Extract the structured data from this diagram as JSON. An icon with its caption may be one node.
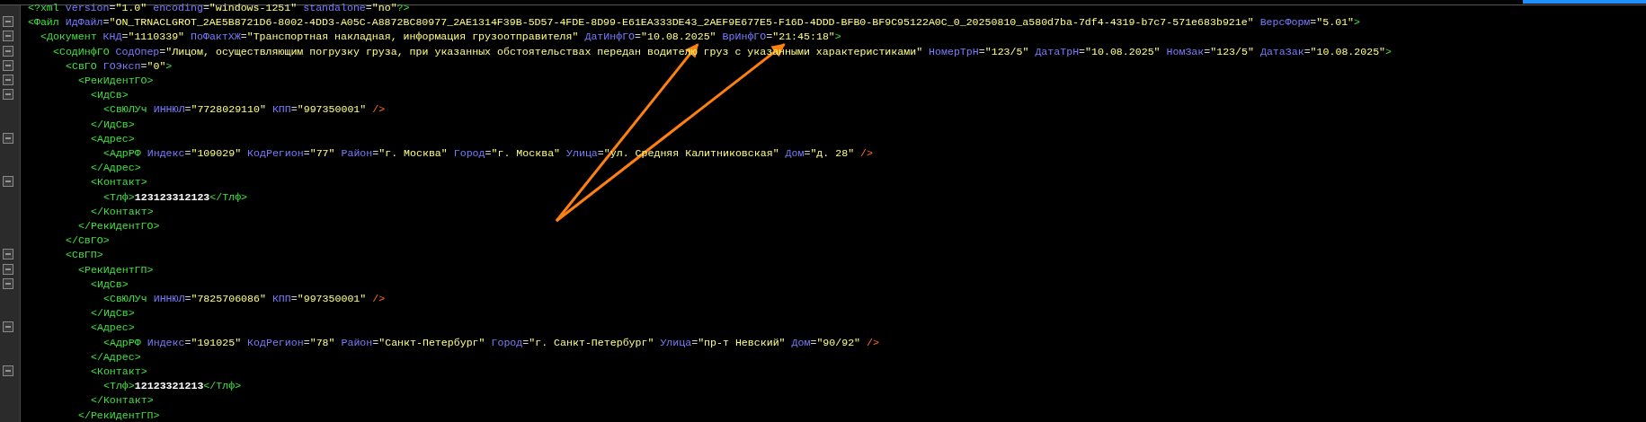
{
  "diagram": {
    "nodes": [
      {
        "text": [
          "ДатИнфГО=\"10.08.2025\""
        ]
      },
      {
        "text": [
          "ВрИнфГО=\"21:45:18\""
        ]
      }
    ],
    "edges": [
      {
        "from": null,
        "to": 0,
        "arrow": "to"
      },
      {
        "from": null,
        "to": 1,
        "arrow": "to"
      }
    ],
    "labels": [
      "<?xml version=\"1.0\" encoding=\"windows-1251\" standalone=\"no\"?>",
      "<Файл ИдФайл=\"ON_TRNACLGROT_2AE5B8721D6-8002-4DD3-A05C-A8872BC80977_2AE1314F39B-5D57-4FDE-8D99-E61EA333DE43_2AEF9E677E5-F16D-4DDD-BFB0-BF9C95122A0C_0_20250810_a580d7ba-7df4-4319-b7c7-571e683b921e\" ВерсФорм=\"5.01\">",
      "<Документ КНД=\"1110339\" ПоФактХЖ=\"Транспортная накладная, информация грузоотправителя\"",
      ">",
      "<СодИнфГО СодОпер=\"Лицом, осуществляющим погрузку груза, при указанных обстоятельствах передан водителю груз с указанными характеристиками\" НомерТрН=\"123/5\" ДатаТрН=\"10.08.2025\" НомЗак=\"123/5\" ДатаЗак=\"10.08.2025\">",
      "<СвГО ГОЭксп=\"0\">",
      "<РекИдентГО>",
      "<ИдСв>",
      "<СвЮЛУч ИННЮЛ=\"7728029110\" КПП=\"997350001\" />",
      "</ИдСв>",
      "<Адрес>",
      "<АдрРФ Индекс=\"109029\" КодРегион=\"77\" Район=\"г. Москва\" Город=\"г. Москва\" Улица=\"ул. Средняя Калитниковская\" Дом=\"д. 28\" />",
      "</Адрес>",
      "<Контакт>",
      "<Тлф>123123312123</Тлф>",
      "</Контакт>",
      "</РекИдентГО>",
      "</СвГО>",
      "<СвГП>",
      "<РекИдентГП>",
      "<ИдСв>",
      "<СвЮЛУч ИННЮЛ=\"7825706086\" КПП=\"997350001\" />",
      "</ИдСв>",
      "<Адрес>",
      "<АдрРФ Индекс=\"191025\" КодРегион=\"78\" Район=\"Санкт-Петербург\" Город=\"г. Санкт-Петербург\" Улица=\"пр-т Невский\" Дом=\"90/92\" />",
      "</Адрес>",
      "<Контакт>",
      "<Тлф>12123321213</Тлф>",
      "</Контакт>",
      "</РекИдентГП>"
    ]
  }
}
